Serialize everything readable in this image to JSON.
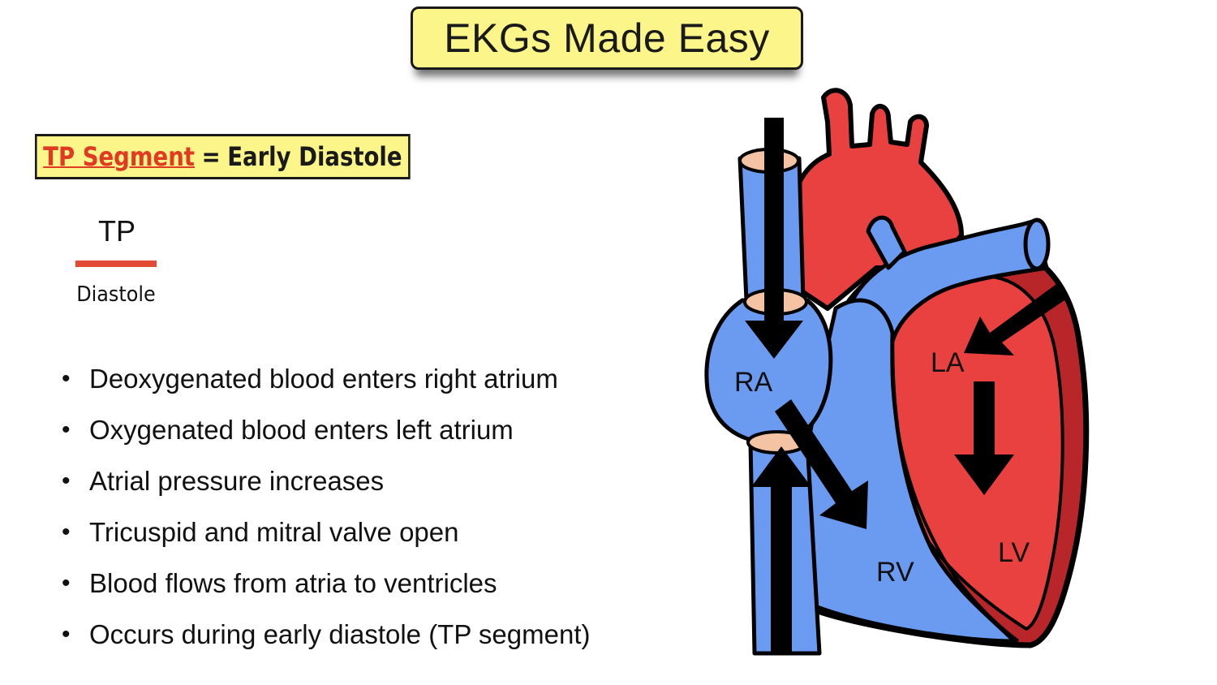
{
  "title": "EKGs Made Easy",
  "segment_box": {
    "link_text": "TP Segment",
    "equals": "=",
    "rest": "Early Diastole"
  },
  "ecg_segment": {
    "label": "TP",
    "phase": "Diastole",
    "line_color": "#e44a33"
  },
  "bullets": [
    "Deoxygenated blood enters right atrium",
    "Oxygenated blood enters left atrium",
    "Atrial pressure increases",
    "Tricuspid and mitral valve open",
    "Blood flows from atria to ventricles",
    "Occurs during early diastole (TP segment)"
  ],
  "heart_diagram": {
    "chambers": {
      "ra": "RA",
      "la": "LA",
      "rv": "RV",
      "lv": "LV"
    },
    "colors": {
      "deoxygenated": "#6a9bf0",
      "oxygenated": "#e8413f",
      "wall_dark": "#b8262a",
      "valve": "#f3c3a4",
      "outline": "#000000"
    }
  }
}
